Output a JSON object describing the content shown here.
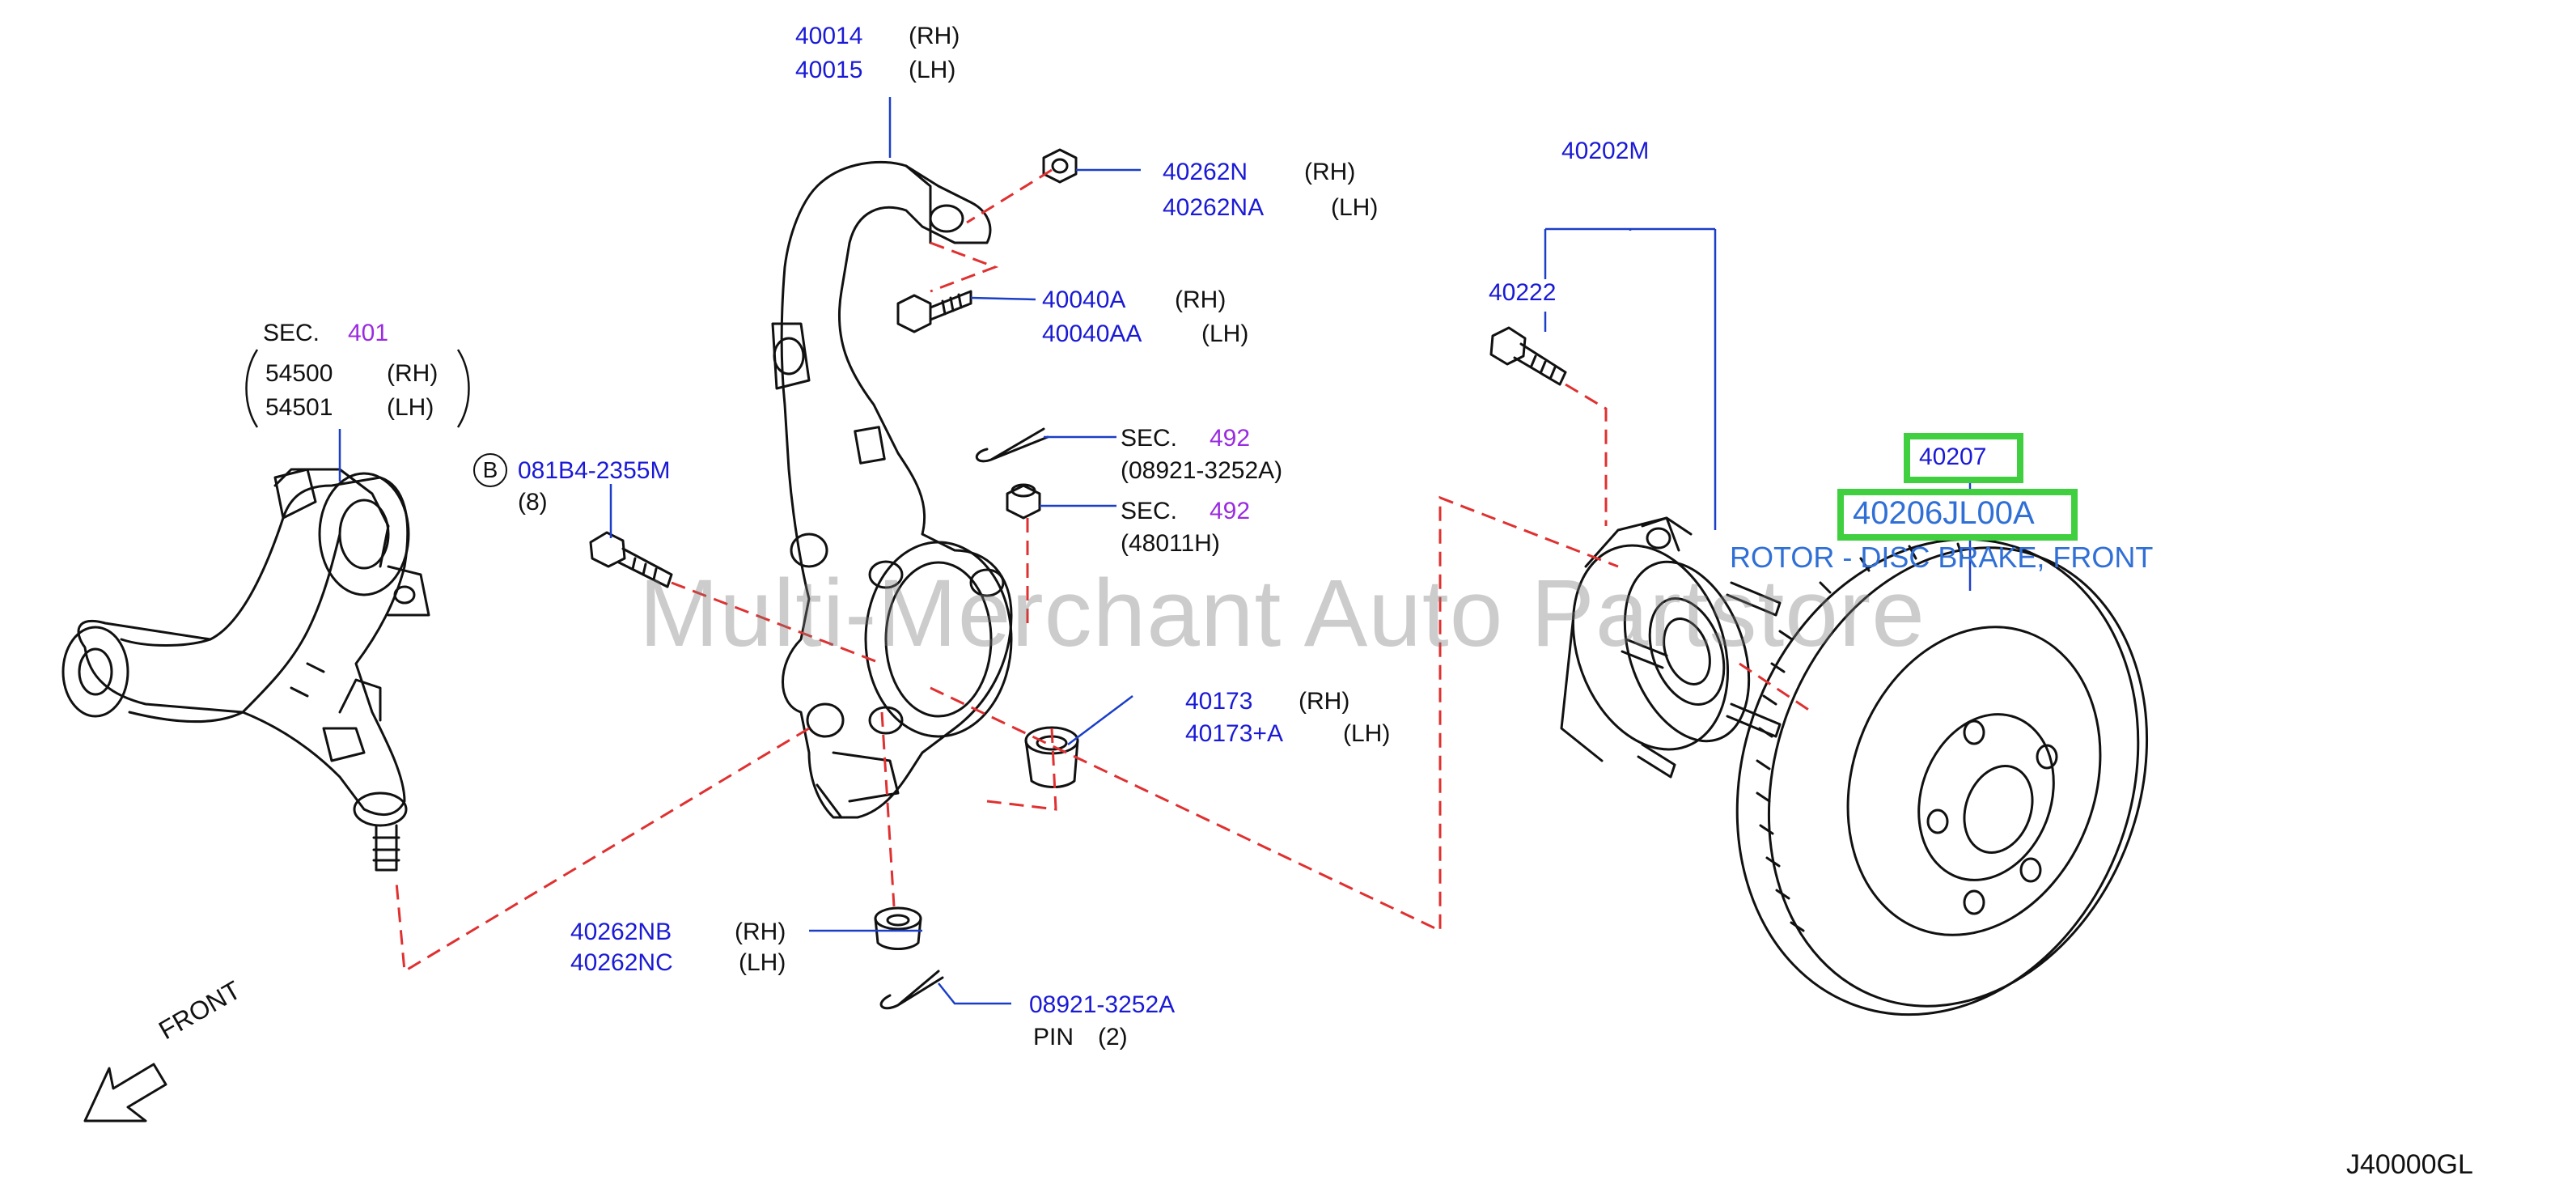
{
  "watermark": "Multi-Merchant Auto Partstore",
  "diagram_code": "J40000GL",
  "front_label": "FRONT",
  "callouts": {
    "knuckle_rh": "40014",
    "knuckle_lh": "40015",
    "nut_rh": "40262N",
    "nut_lh": "40262NA",
    "bolt_rh": "40040A",
    "bolt_lh": "40040AA",
    "sec_401_prefix": "SEC.",
    "sec_401": "401",
    "arm_rh": "54500",
    "arm_lh": "54501",
    "b_mark": "B",
    "bolt_081": "081B4-2355M",
    "bolt_081_qty": "(8)",
    "sec_492a_prefix": "SEC.",
    "sec_492a": "492",
    "sec_492a_part": "(08921-3252A)",
    "sec_492b_prefix": "SEC.",
    "sec_492b": "492",
    "sec_492b_part": "(48011H)",
    "boot_rh": "40173",
    "boot_lh": "40173+A",
    "nutb_rh": "40262NB",
    "nutb_lh": "40262NC",
    "pin_part": "08921-3252A",
    "pin_text": "PIN",
    "pin_qty": "(2)",
    "hub_parent": "40202M",
    "stud": "40222",
    "rotor_ref": "40207",
    "rotor_pn": "40206JL00A",
    "rotor_desc": "ROTOR - DISC BRAKE, FRONT",
    "rh": "(RH)",
    "lh": "(LH)"
  },
  "colors": {
    "part_number": "#1a1ad6",
    "section_number": "#9a2be0",
    "highlight": "#3fcf3f",
    "description": "#2f6fd6",
    "leader_dashed": "#e03030"
  }
}
